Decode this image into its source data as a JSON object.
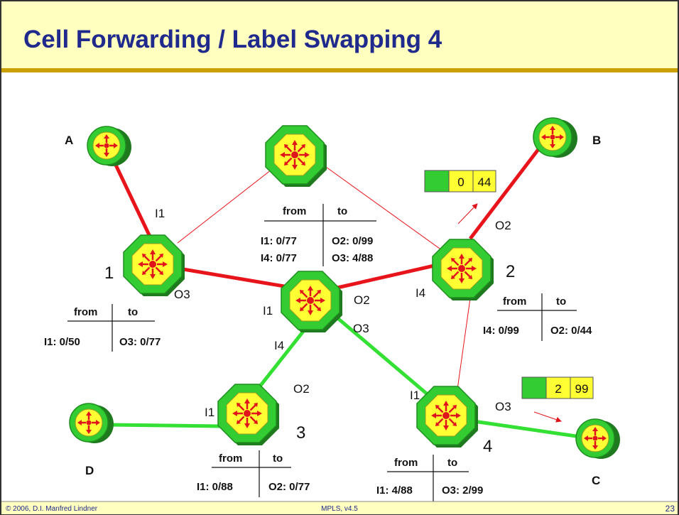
{
  "title": "Cell Forwarding / Label Swapping 4",
  "footer": {
    "left": "© 2006, D.I. Manfred Lindner",
    "center": "MPLS, v4.5",
    "page": "23"
  },
  "colors": {
    "header_bg": "#FFFFC0",
    "title_text": "#1F2A8C",
    "active_link": "#E8141B",
    "green_link": "#33E033",
    "node_green": "#33CC33",
    "node_yellow": "#FFFF33",
    "arrow_red": "#E0141B",
    "frame": "#333333"
  },
  "nodes": {
    "A": "A",
    "B": "B",
    "C": "C",
    "D": "D",
    "n1": "1",
    "n2": "2",
    "n3": "3",
    "n4": "4"
  },
  "ports": {
    "n1_I1": "I1",
    "n1_O3": "O3",
    "c_I1": "I1",
    "c_O2": "O2",
    "c_O3": "O3",
    "c_I4": "I4",
    "n2_O2": "O2",
    "n2_I4": "I4",
    "n3_O2": "O2",
    "n3_I1": "I1",
    "n4_I1": "I1",
    "n4_O3": "O3"
  },
  "tables": {
    "n1": {
      "from_header": "from",
      "to_header": "to",
      "rows": [
        {
          "from": "I1: 0/50",
          "to": "O3: 0/77"
        }
      ]
    },
    "center": {
      "from_header": "from",
      "to_header": "to",
      "rows": [
        {
          "from": "I1: 0/77",
          "to": "O2: 0/99"
        },
        {
          "from": "I4: 0/77",
          "to": "O3: 4/88"
        }
      ]
    },
    "n2": {
      "from_header": "from",
      "to_header": "to",
      "rows": [
        {
          "from": "I4: 0/99",
          "to": "O2: 0/44"
        }
      ]
    },
    "n3": {
      "from_header": "from",
      "to_header": "to",
      "rows": [
        {
          "from": "I1: 0/88",
          "to": "O2: 0/77"
        }
      ]
    },
    "n4": {
      "from_header": "from",
      "to_header": "to",
      "rows": [
        {
          "from": "I1: 4/88",
          "to": "O3: 2/99"
        }
      ]
    }
  },
  "cells": {
    "b": {
      "vpi": "0",
      "vci": "44"
    },
    "c": {
      "vpi": "2",
      "vci": "99"
    }
  }
}
